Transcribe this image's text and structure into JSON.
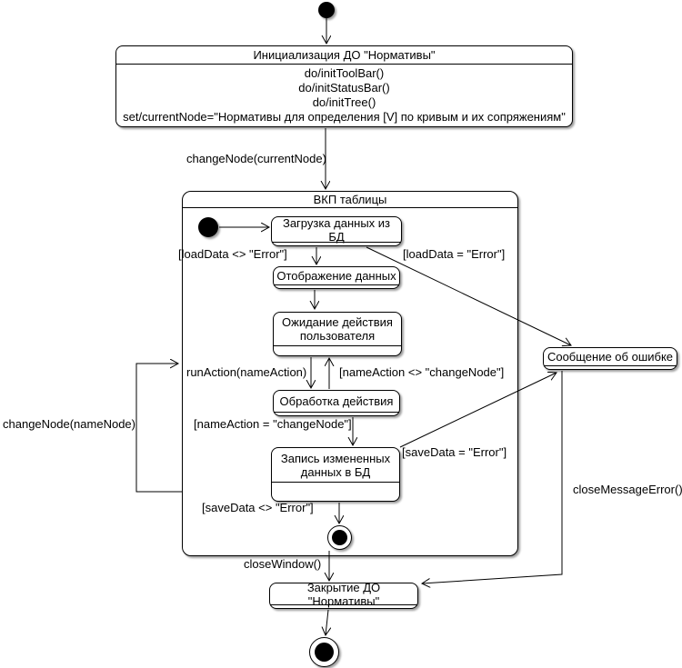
{
  "diagram": {
    "type": "uml-statechart",
    "colors": {
      "stroke": "#000000",
      "fill": "#ffffff",
      "shadow": "#9e9e9e"
    },
    "nodes": {
      "init_box": {
        "title": "Инициализация ДО \"Нормативы\"",
        "actions": [
          "do/initToolBar()",
          "do/initStatusBar()",
          "do/initTree()",
          "set/currentNode=\"Нормативы для определения [V] по кривым и их сопряжениям\""
        ]
      },
      "composite": {
        "title": "ВКП таблицы"
      },
      "load": {
        "title": "Загрузка данных из БД"
      },
      "display": {
        "title": "Отображение данных"
      },
      "wait": {
        "title": "Ожидание действия пользователя"
      },
      "process": {
        "title": "Обработка действия"
      },
      "save": {
        "title": "Запись измененных данных в БД"
      },
      "error": {
        "title": "Сообщение об ошибке"
      },
      "close": {
        "title": "Закрытие ДО \"Нормативы\""
      }
    },
    "transitions": {
      "change_current": "changeNode(currentNode)",
      "load_ok": "[loadData <> \"Error\"]",
      "load_err": "[loadData = \"Error\"]",
      "run_action": "runAction(nameAction)",
      "action_other": "[nameAction <> \"changeNode\"]",
      "action_change": "[nameAction = \"changeNode\"]",
      "save_err": "[saveData = \"Error\"]",
      "save_ok": "[saveData <> \"Error\"]",
      "change_name": "changeNode(nameNode)",
      "close_window": "closeWindow()",
      "close_msg": "closeMessageError()"
    }
  }
}
